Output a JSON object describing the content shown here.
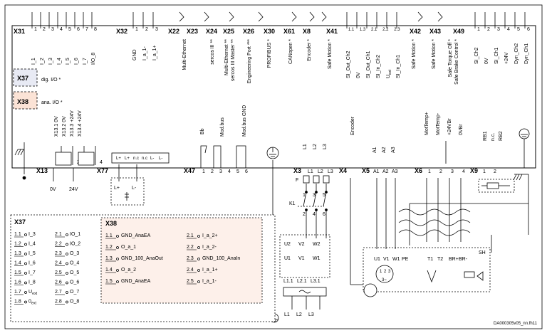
{
  "drawing_id": "DA000305v05_nn.fh11",
  "top_connectors": [
    {
      "id": "X31",
      "pins": [
        "1",
        "2",
        "3",
        "4",
        "5",
        "6",
        "7",
        "8"
      ],
      "signals": [
        "I_1",
        "I_2",
        "I_3",
        "I_4",
        "I_5",
        "I_6",
        "I_7",
        "I/O_8"
      ]
    },
    {
      "id": "X32",
      "pins": [
        "1",
        "2",
        "3"
      ],
      "signals": [
        "GND",
        "I_a_1-",
        "I_a_1+"
      ]
    },
    {
      "id": "X22",
      "label": "Multi-Ethernet"
    },
    {
      "id": "X23",
      "label": ""
    },
    {
      "id": "X24",
      "label": "sercos III **"
    },
    {
      "id": "X25",
      "label": "Multi-Ethernet **\nsercos III Master **"
    },
    {
      "id": "X26",
      "label": "Engineering Port ***"
    },
    {
      "id": "X30",
      "label": "PROFIBUS *"
    },
    {
      "id": "X61",
      "label": "CANopen *"
    },
    {
      "id": "X8",
      "label": "Encoder *"
    },
    {
      "id": "X41",
      "label": "Safe Motion *",
      "pins": [
        "1.1",
        "1.3",
        "2.1",
        "2.2",
        "2.3"
      ],
      "signals": [
        "SI_Out_Ch2",
        "0V",
        "SI_Out_Ch1",
        "SI_In_Ch2",
        "U_ext",
        "SI_In_Ch1"
      ]
    },
    {
      "id": "X42",
      "label": "Safe Motion *"
    },
    {
      "id": "X43",
      "label": "Safe Motion *"
    },
    {
      "id": "X49",
      "label": "Safe Torque Off *\nSafe Brake Control *",
      "pins": [
        "1",
        "2",
        "3",
        "4",
        "5",
        "6"
      ],
      "signals": [
        "SI_Ch2",
        "0V",
        "SI_Ch1",
        "+24V",
        "Dyn_Ch2",
        "Dyn_Ch1"
      ]
    }
  ],
  "options": [
    {
      "id": "X37",
      "label": "dig. I/O *"
    },
    {
      "id": "X38",
      "label": "ana. I/O *"
    }
  ],
  "bottom_connectors": [
    {
      "id": "X13",
      "signals": [
        "X13.1 0V",
        "X13.2 0V",
        "X13.3 +24V",
        "X13.4 +24V"
      ],
      "pins": [
        "1",
        "2",
        "3",
        "4"
      ],
      "below": [
        "0V",
        "24V"
      ]
    },
    {
      "id": "X77",
      "pins": [
        "L+",
        "L+",
        "n.c",
        "n.c",
        "L-",
        "L-"
      ],
      "below": [
        "L+",
        "L-"
      ]
    },
    {
      "id": "X47",
      "pins": [
        "1",
        "2",
        "3",
        "4",
        "5",
        "6"
      ],
      "signals": [
        "Bb",
        "Mod.bus",
        "Mod.bus GND"
      ]
    },
    {
      "id": "X3",
      "pins": [
        "L1",
        "L2",
        "L3"
      ]
    },
    {
      "id": "X4",
      "label": "Encoder"
    },
    {
      "id": "X5",
      "pins": [
        "A1",
        "A2",
        "A3"
      ]
    },
    {
      "id": "X6",
      "pins": [
        "1",
        "2",
        "3",
        "4"
      ],
      "signals": [
        "MotTemp+",
        "MotTemp-",
        "+24VBr",
        "0VBr"
      ]
    },
    {
      "id": "X9",
      "pins": [
        "1",
        "2"
      ],
      "signals": [
        "RB1",
        "n.c.",
        "RB2"
      ]
    }
  ],
  "supply": {
    "fuse": "F",
    "contactor": "K1",
    "k_pins": [
      "1",
      "2",
      "3",
      "4",
      "5",
      "6"
    ],
    "filter": [
      [
        "U2",
        "V2",
        "W2"
      ],
      [
        "U1",
        "V1",
        "W1"
      ]
    ],
    "reactor": [
      "L1.1",
      "L2.1",
      "L3.1"
    ],
    "mains": [
      "L1",
      "L2",
      "L3"
    ]
  },
  "motor": {
    "terminals": [
      "U1",
      "V1",
      "W1",
      "PE"
    ],
    "temp": [
      "T1",
      "T2"
    ],
    "brake": [
      "BR+",
      "BR-"
    ],
    "shield": "SH",
    "center": [
      "1",
      "2",
      "3"
    ],
    "symbol": "3~"
  },
  "x37_table": {
    "title": "X37",
    "rows": [
      [
        "1.1",
        "I_3",
        "2.1",
        "IO_1"
      ],
      [
        "1.2",
        "I_4",
        "2.2",
        "IO_2"
      ],
      [
        "1.3",
        "I_5",
        "2.3",
        "O_3"
      ],
      [
        "1.4",
        "I_6",
        "2.4",
        "O_4"
      ],
      [
        "1.5",
        "I_7",
        "2.5",
        "O_5"
      ],
      [
        "1.6",
        "I_8",
        "2.6",
        "O_6"
      ],
      [
        "1.7",
        "U_ext",
        "2.7",
        "O_7"
      ],
      [
        "1.8",
        "0_ext",
        "2.8",
        "O_8"
      ]
    ]
  },
  "x38_table": {
    "title": "X38",
    "rows": [
      [
        "1.1",
        "GND_AnaEA",
        "2.1",
        "I_a_2+"
      ],
      [
        "1.2",
        "O_a_1",
        "2.2",
        "I_a_2-"
      ],
      [
        "1.3",
        "GND_100_AnaOut",
        "2.3",
        "GND_100_AnaIn"
      ],
      [
        "1.4",
        "O_a_2",
        "2.4",
        "I_a_1+"
      ],
      [
        "1.5",
        "GND_AnaEA",
        "2.5",
        "I_a_1-"
      ]
    ]
  },
  "colors": {
    "line": "#000000",
    "box_fill": "#ffffff",
    "x37_fill": "#e8eaf4",
    "x38_fill": "#fbe3d6",
    "legend_fill": "#fdf0ea"
  }
}
